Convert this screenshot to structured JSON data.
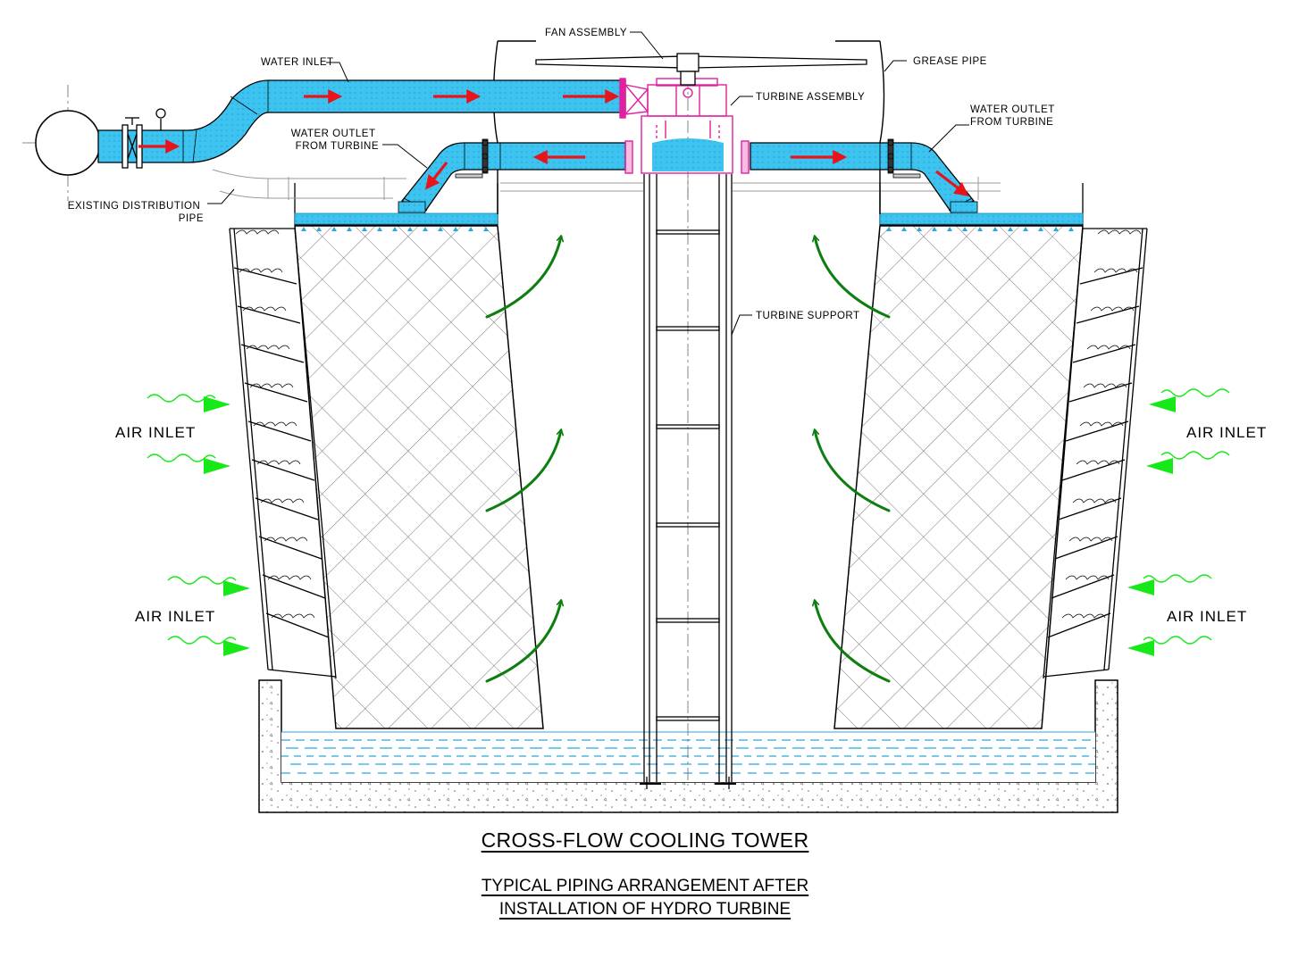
{
  "labels": {
    "fan_assembly": "FAN ASSEMBLY",
    "water_inlet": "WATER INLET",
    "grease_pipe": "GREASE PIPE",
    "turbine_assembly": "TURBINE ASSEMBLY",
    "water_outlet_left_1": "WATER OUTLET",
    "water_outlet_left_2": "FROM TURBINE",
    "water_outlet_right_1": "WATER OUTLET",
    "water_outlet_right_2": "FROM TURBINE",
    "existing_distribution_1": "EXISTING DISTRIBUTION",
    "existing_distribution_2": "PIPE",
    "turbine_support": "TURBINE SUPPORT",
    "air_inlet": "AIR INLET"
  },
  "title": {
    "main": "CROSS-FLOW COOLING TOWER",
    "sub_line_1": "TYPICAL PIPING ARRANGEMENT AFTER",
    "sub_line_2": "INSTALLATION OF HYDRO TURBINE"
  },
  "colors": {
    "water_pipe": "#3cc3f0",
    "flow_arrow": "#e8141c",
    "turbine": "#e020a0",
    "air_flow": "#17e817",
    "updraft": "#0e7e10",
    "basin_water": "#2aa8e0"
  }
}
